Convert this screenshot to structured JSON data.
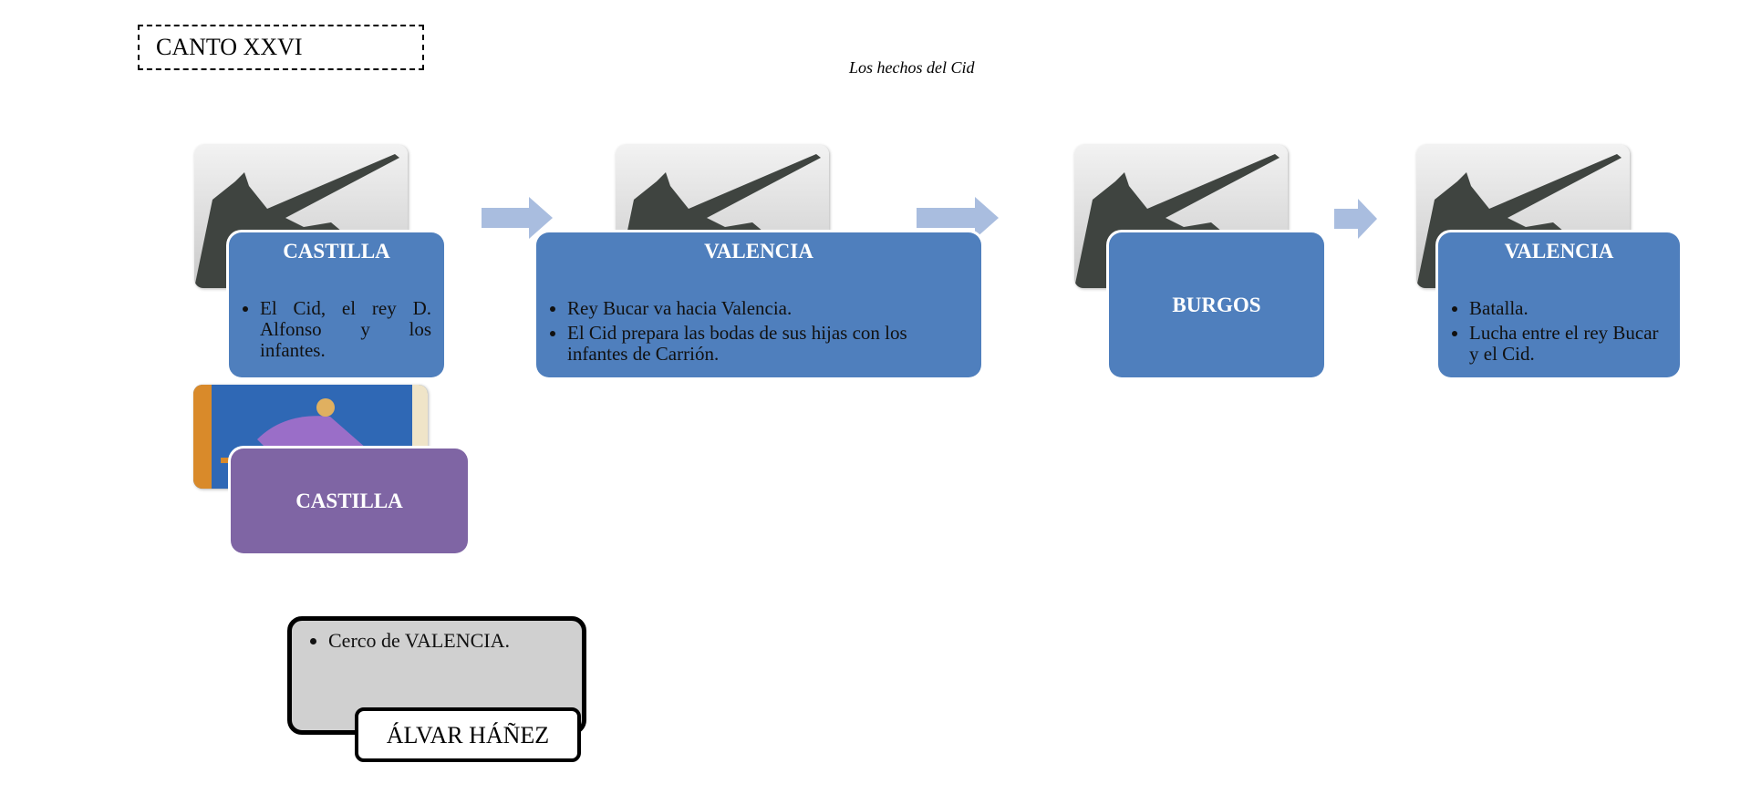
{
  "header": {
    "canto": "CANTO XXVI",
    "subtitle": "Los hechos del Cid"
  },
  "colors": {
    "blue": "#4f7fbd",
    "purple": "#7f65a4",
    "arrow": "#a9bddf",
    "gray": "#d0d0d0"
  },
  "steps": [
    {
      "title": "CASTILLA",
      "bullets": [
        "El Cid, el rey D. Alfonso y los infantes."
      ]
    },
    {
      "title": "VALENCIA",
      "bullets": [
        "Rey Bucar va hacia Valencia.",
        "El Cid prepara las bodas de sus hijas con los infantes de Carrión."
      ]
    },
    {
      "title": "BURGOS",
      "bullets": []
    },
    {
      "title": "VALENCIA",
      "bullets": [
        "Batalla.",
        "Lucha entre el rey Bucar y el Cid."
      ]
    }
  ],
  "secondary": {
    "title": "CASTILLA"
  },
  "note": {
    "bullet": "Cerco de VALENCIA.",
    "label": "ÁLVAR HÁÑEZ"
  }
}
